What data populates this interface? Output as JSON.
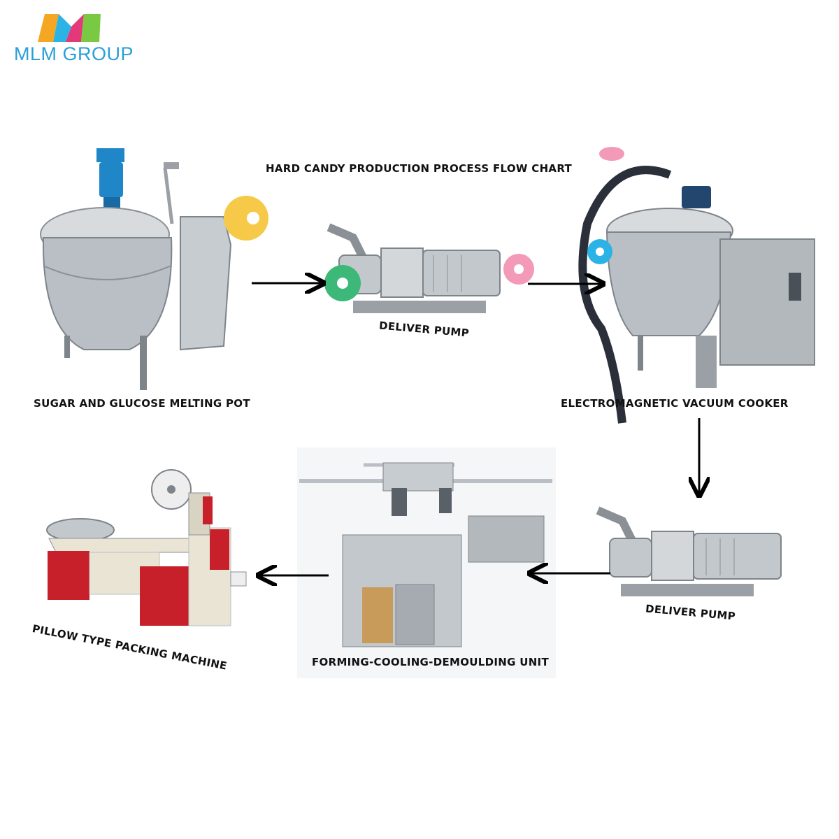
{
  "brand": {
    "name": "MLM GROUP",
    "colors": [
      "#f5a623",
      "#2bb3e6",
      "#e23a78",
      "#7ac943"
    ]
  },
  "chart": {
    "title": "HARD CANDY PRODUCTION PROCESS FLOW CHART"
  },
  "steps": [
    {
      "label": "SUGAR AND GLUCOSE MELTING POT",
      "icon": "melting-pot-machine"
    },
    {
      "label": "DELIVER PUMP",
      "icon": "pump-machine"
    },
    {
      "label": "ELECTROMAGNETIC VACUUM COOKER",
      "icon": "vacuum-cooker-machine"
    },
    {
      "label": "DELIVER PUMP",
      "icon": "pump-machine"
    },
    {
      "label": "FORMING-COOLING-DEMOULDING UNIT",
      "icon": "forming-unit-machine"
    },
    {
      "label": "PILLOW TYPE PACKING MACHINE",
      "icon": "packing-machine"
    }
  ],
  "colors": {
    "steel": "#b9bfc4",
    "steel_dark": "#7d848a",
    "motor_blue": "#1f86c8",
    "packer_red": "#c8202a",
    "arrow": "#000000"
  }
}
